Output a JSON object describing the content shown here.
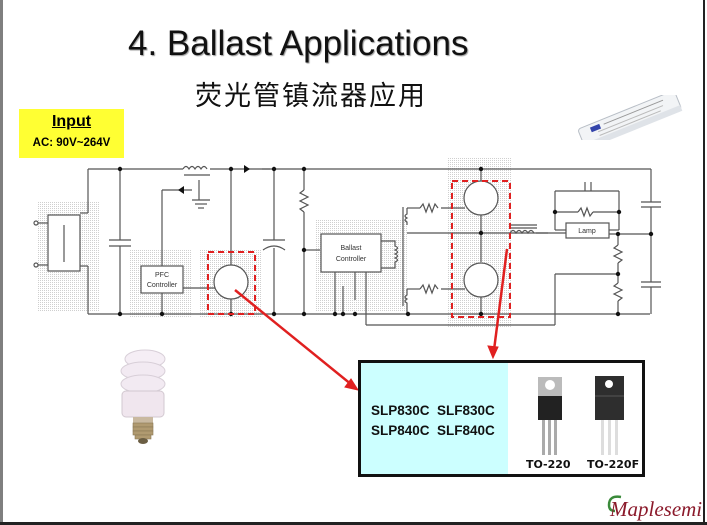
{
  "slide": {
    "title": "4. Ballast Applications",
    "subtitle": "荧光管镇流器应用"
  },
  "input_box": {
    "heading": "Input",
    "value": "AC: 90V~264V",
    "color": "#ffff33"
  },
  "circuit": {
    "pfc_controller_label_1": "PFC",
    "pfc_controller_label_2": "Controller",
    "ballast_controller_label_1": "Ballast",
    "ballast_controller_label_2": "Controller",
    "lamp_label": "Lamp",
    "highlight_color": "#e02020"
  },
  "parts": {
    "line1": "SLP830C  SLF830C",
    "line2": "SLP840C  SLF840C",
    "box_color": "#ccffff"
  },
  "packages": [
    {
      "label": "TO-220",
      "icon": "to220-package-icon"
    },
    {
      "label": "TO-220F",
      "icon": "to220f-package-icon"
    }
  ],
  "footer": {
    "logo_text": "Maplesemi"
  }
}
